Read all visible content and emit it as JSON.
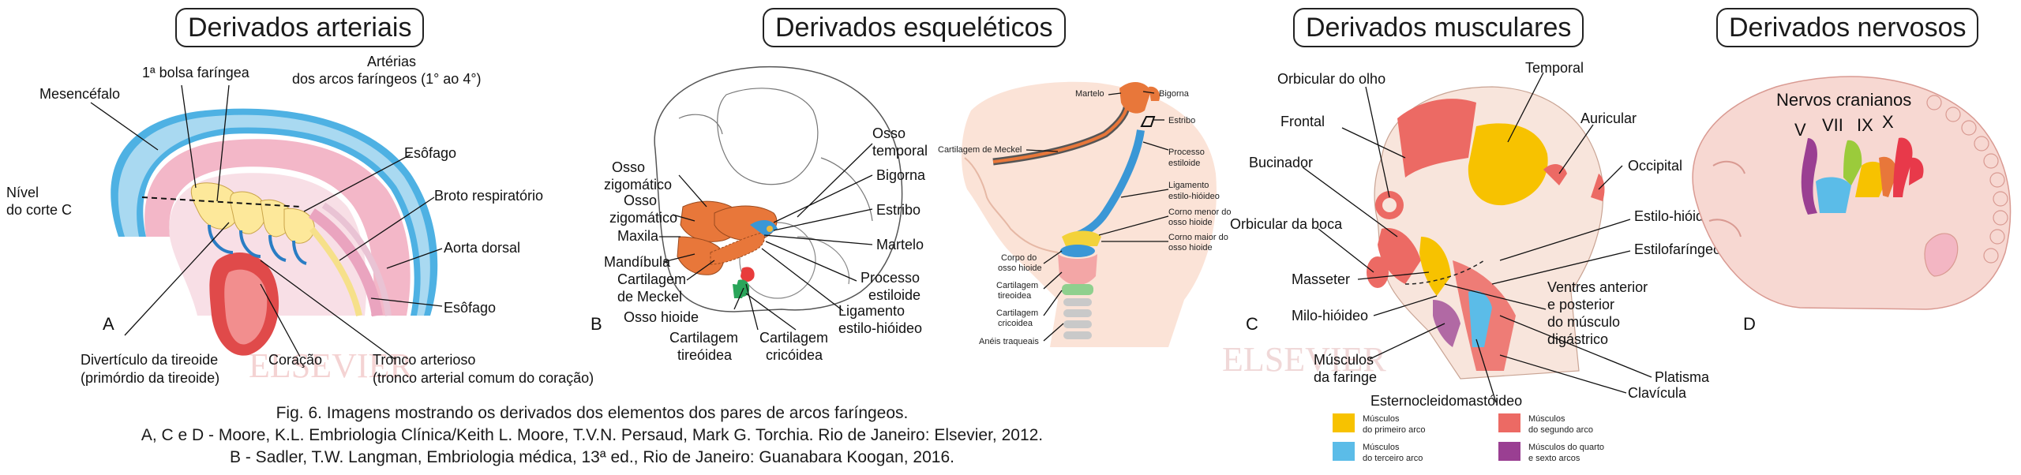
{
  "titles": {
    "arteriais": "Derivados arteriais",
    "esqueleticos": "Derivados esqueléticos",
    "musculares": "Derivados musculares",
    "nervosos": "Derivados nervosos"
  },
  "panelA": {
    "letter": "A",
    "labels": {
      "mesencefalo": "Mesencéfalo",
      "bolsa": "1ª bolsa faríngea",
      "arterias_1": "Artérias",
      "arterias_2": "dos arcos faríngeos (1° ao 4°)",
      "nivel_1": "Nível",
      "nivel_2": "do corte C",
      "esofago_top": "Esôfago",
      "broto": "Broto respiratório",
      "aorta": "Aorta dorsal",
      "esofago_bot": "Esôfago",
      "divert_1": "Divertículo da tireoide",
      "divert_2": "(primórdio da tireoide)",
      "coracao": "Coração",
      "tronco_1": "Tronco arterioso",
      "tronco_2": "(tronco arterial comum do coração)"
    },
    "watermark": "ELSEVIER"
  },
  "panelB": {
    "letter": "B",
    "labels": {
      "zigo1_1": "Osso",
      "zigo1_2": "zigomático",
      "zigo2_1": "Osso",
      "zigo2_2": "zigomático",
      "maxila": "Maxila",
      "mandibula": "Mandíbula",
      "meckel_1": "Cartilagem",
      "meckel_2": "de Meckel",
      "hioide": "Osso hioide",
      "tireoidea_1": "Cartilagem",
      "tireoidea_2": "tireóidea",
      "cricoidea_1": "Cartilagem",
      "cricoidea_2": "cricóidea",
      "temporal_1": "Osso",
      "temporal_2": "temporal",
      "bigorna": "Bigorna",
      "estribo": "Estribo",
      "martelo": "Martelo",
      "estiloide_1": "Processo",
      "estiloide_2": "estiloide",
      "ligamento_1": "Ligamento",
      "ligamento_2": "estilo-hióideo"
    },
    "small_labels": {
      "martelo": "Martelo",
      "bigorna": "Bigorna",
      "estribo": "Estribo",
      "meckel": "Cartilagem de Meckel",
      "proc_1": "Processo",
      "proc_2": "estiloide",
      "lig_1": "Ligamento",
      "lig_2": "estilo-hióideo",
      "menor_1": "Corno menor do",
      "menor_2": "osso hioide",
      "maior_1": "Corno maior do",
      "maior_2": "osso hioide",
      "corpo_1": "Corpo do",
      "corpo_2": "osso hioide",
      "tire_1": "Cartilagem",
      "tire_2": "tireoidea",
      "cric_1": "Cartilagem",
      "cric_2": "cricoidea",
      "aneis": "Anéis traqueais"
    }
  },
  "panelC": {
    "letter": "C",
    "labels": {
      "orbicular_olho": "Orbicular do olho",
      "temporal": "Temporal",
      "frontal": "Frontal",
      "auricular": "Auricular",
      "bucinador": "Bucinador",
      "occipital": "Occipital",
      "orbicular_boca": "Orbicular da boca",
      "estilo_hioideo": "Estilo-hióideo",
      "estilofaringeo": "Estilofaríngeo",
      "masseter": "Masseter",
      "ventres_1": "Ventres anterior",
      "ventres_2": "e posterior",
      "ventres_3": "do músculo",
      "ventres_4": "digástrico",
      "milo": "Milo-hióideo",
      "musc_far_1": "Músculos",
      "musc_far_2": "da faringe",
      "platisma": "Platisma",
      "clavicula": "Clavícula",
      "esterno": "Esternocleidomastóideo"
    },
    "legend": [
      {
        "line1": "Músculos",
        "line2": "do primeiro arco",
        "color": "#f7c200"
      },
      {
        "line1": "Músculos",
        "line2": "do segundo arco",
        "color": "#ec6a64"
      },
      {
        "line1": "Músculos",
        "line2": "do terceiro arco",
        "color": "#5bbce8"
      },
      {
        "line1": "Músculos do quarto",
        "line2": "e sexto arcos",
        "color": "#9a3f92"
      }
    ],
    "watermark": "ELSEVIER"
  },
  "panelD": {
    "letter": "D",
    "nervos": "Nervos cranianos",
    "nerve_labels": [
      "V",
      "VII",
      "IX",
      "X"
    ]
  },
  "caption": {
    "line1": "Fig. 6. Imagens mostrando os derivados dos elementos dos pares de arcos faríngeos.",
    "line2": "A, C e D - Moore, K.L. Embriologia Clínica/Keith L. Moore, T.V.N. Persaud, Mark G. Torchia. Rio de Janeiro: Elsevier, 2012.",
    "line3": "B - Sadler, T.W. Langman, Embriologia médica, 13ª ed., Rio de Janeiro: Guanabara Koogan, 2016."
  },
  "colors": {
    "first_arch": "#f7c200",
    "second_arch": "#ec6a64",
    "third_arch": "#5bbce8",
    "fourth_sixth_arch": "#9a3f92",
    "embryo_blue": "#4eb1e3",
    "embryo_pink": "#f3b7c8",
    "bone_orange": "#e8773a"
  }
}
